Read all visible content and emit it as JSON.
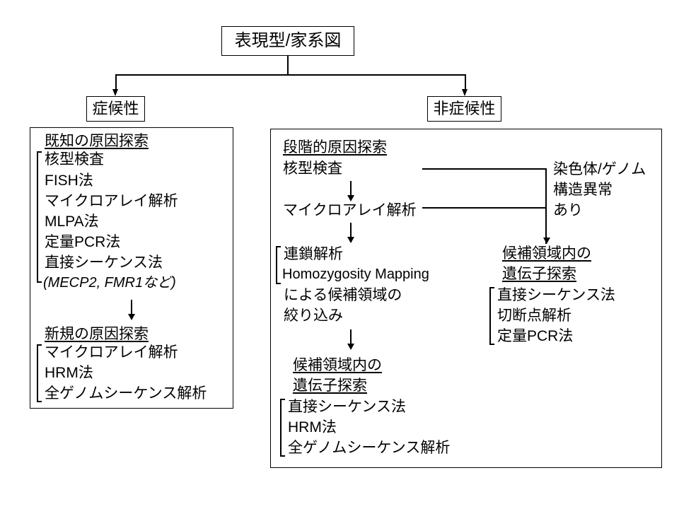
{
  "diagram": {
    "root": {
      "label": "表現型/家系図"
    },
    "branches": [
      {
        "label": "症候性"
      },
      {
        "label": "非症候性"
      }
    ],
    "left_panel": {
      "sections": [
        {
          "heading": "既知の原因探索",
          "items": [
            "核型検査",
            "FISH法",
            "マイクロアレイ解析",
            "MLPA法",
            "定量PCR法",
            "直接シーケンス法"
          ],
          "note": "(MECP2, FMR1など)"
        },
        {
          "heading": "新規の原因探索",
          "items": [
            "マイクロアレイ解析",
            "HRM法",
            "全ゲノムシーケンス解析"
          ]
        }
      ]
    },
    "right_panel": {
      "stepwise": {
        "heading": "段階的原因探索",
        "step1": "核型検査",
        "step2": "マイクロアレイ解析"
      },
      "linkage": {
        "bracket_items": [
          "連鎖解析",
          "Homozygosity Mapping"
        ],
        "tail_lines": [
          "による候補領域の",
          "絞り込み"
        ]
      },
      "candidate_region": {
        "heading_lines": [
          "候補領域内の",
          "遺伝子探索"
        ],
        "items": [
          "直接シーケンス法",
          "HRM法",
          "全ゲノムシーケンス解析"
        ]
      },
      "structural_outcome": {
        "label_lines": [
          "染色体/ゲノム",
          "構造異常",
          "あり"
        ],
        "candidate_region": {
          "heading_lines": [
            "候補領域内の",
            "遺伝子探索"
          ],
          "items": [
            "直接シーケンス法",
            "切断点解析",
            "定量PCR法"
          ]
        }
      }
    }
  }
}
